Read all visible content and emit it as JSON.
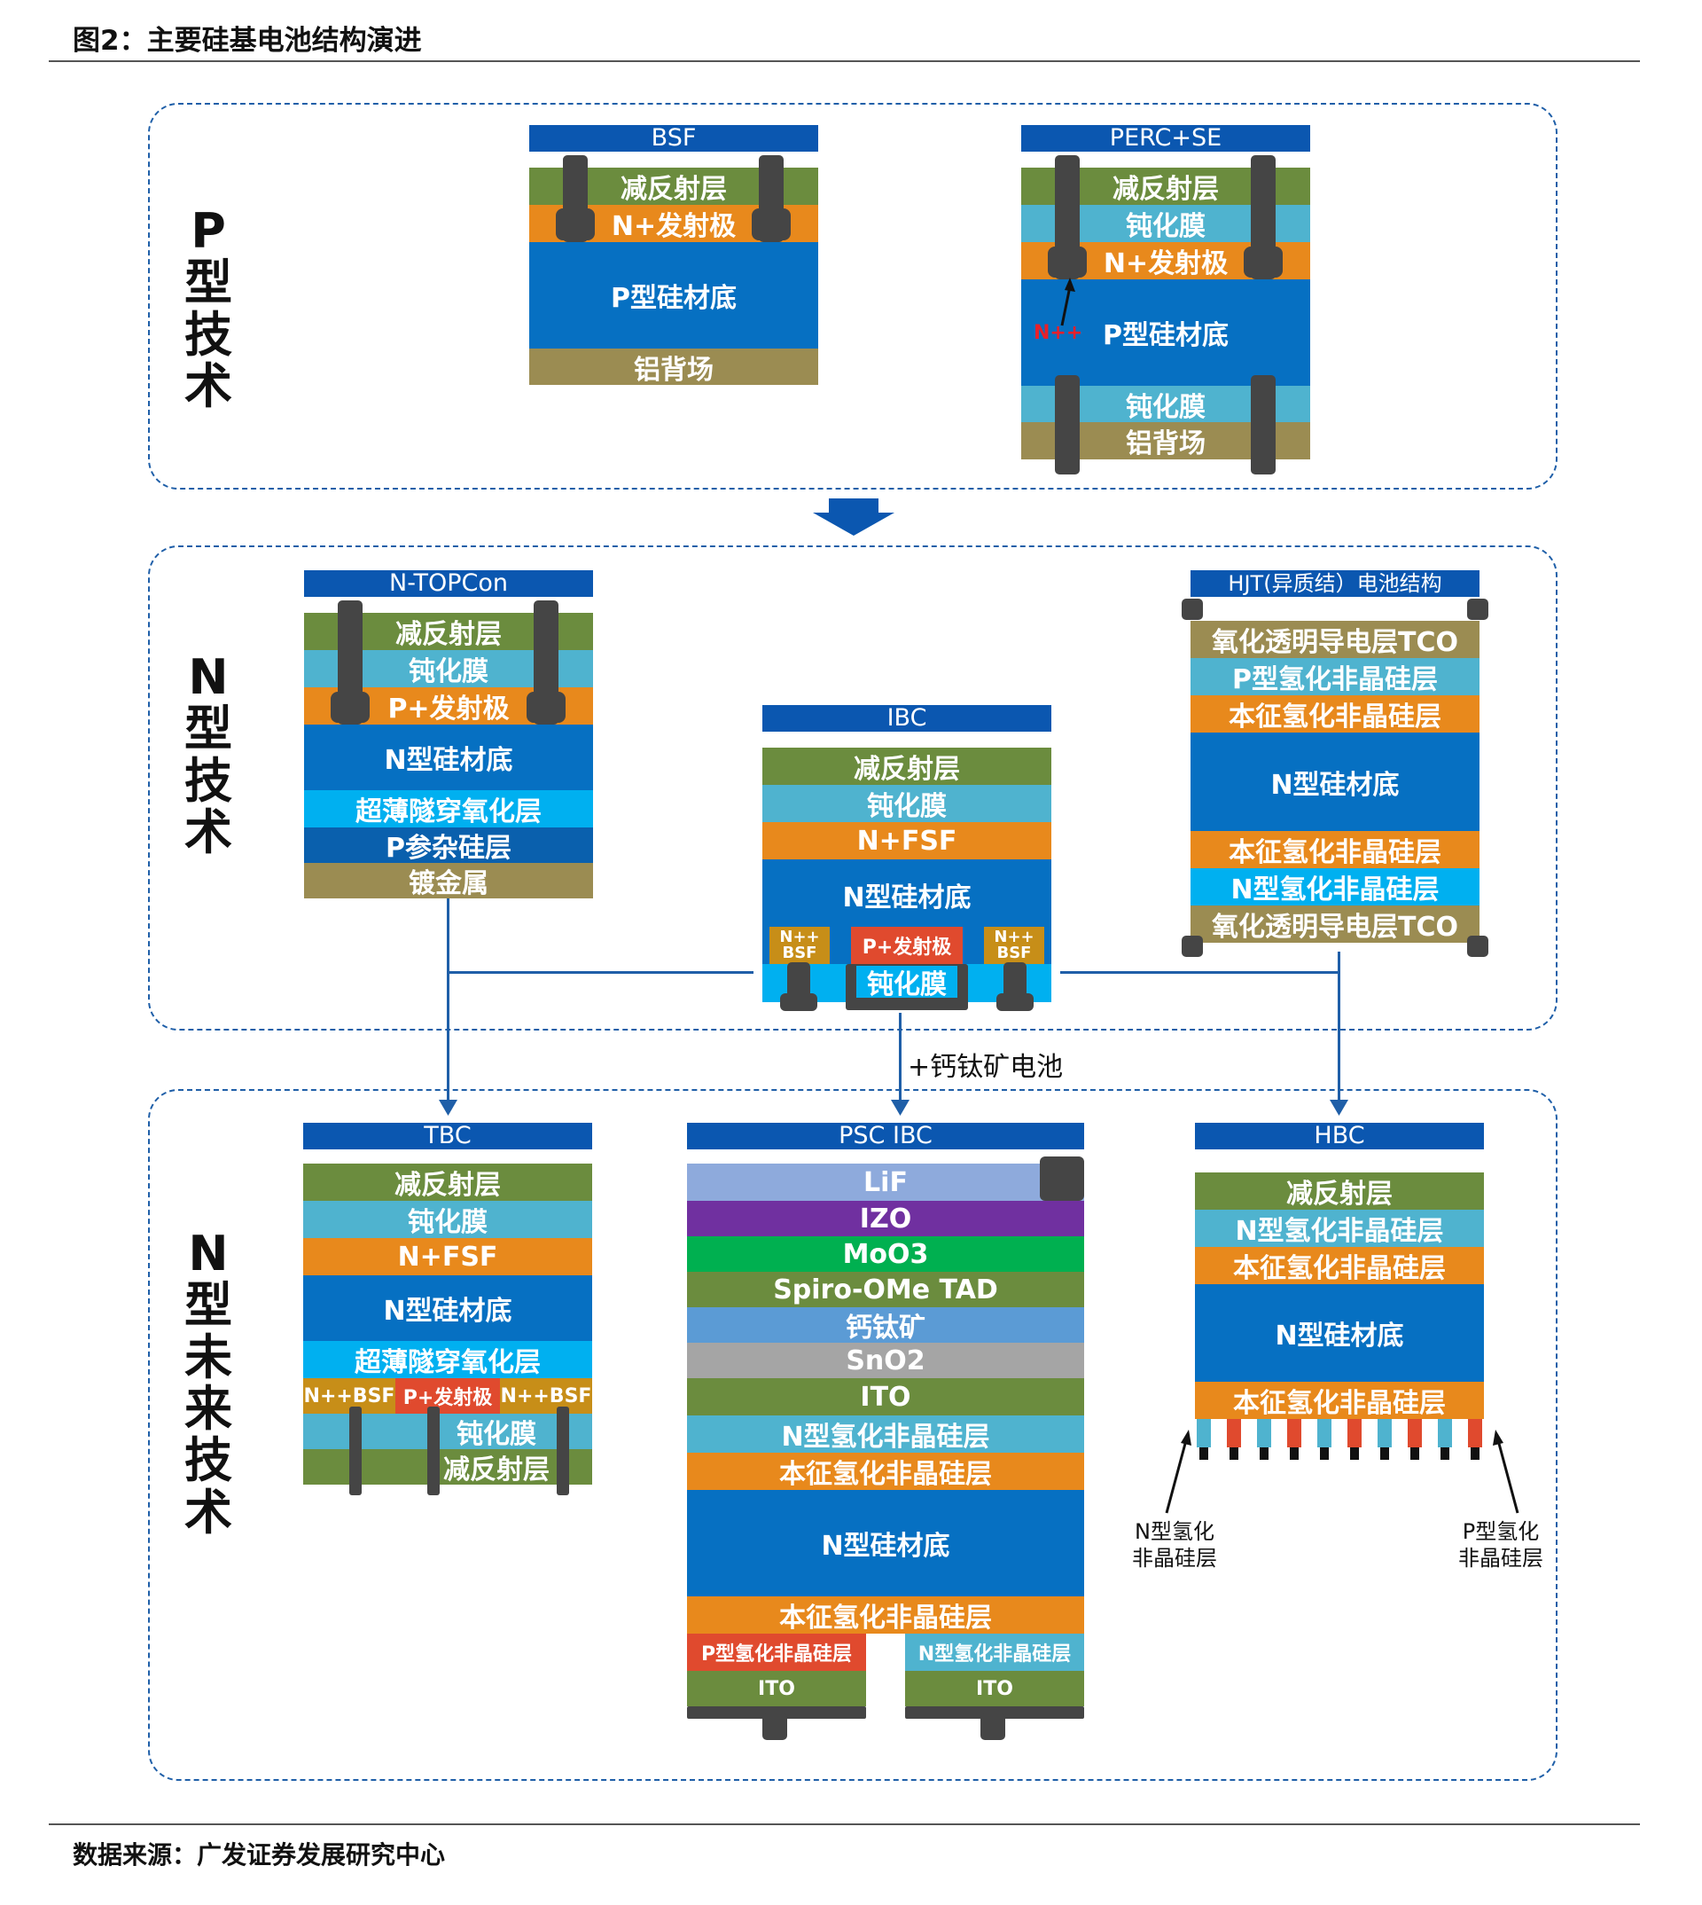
{
  "figure_title": "图2：主要硅基电池结构演进",
  "source": "数据来源：广发证券发展研究中心",
  "colors": {
    "border": "#1f5fa8",
    "header": "#0b57b0",
    "arc": "#6b8c3e",
    "emitter": "#e8891c",
    "substrate": "#0670c2",
    "passivation": "#4fb3cf",
    "aluminum": "#9b8c52",
    "metal": "#454545",
    "red": "#e04a2e",
    "cyan": "#00b0f0",
    "p_doped": "#0a60ad"
  },
  "groups": {
    "p": {
      "label": [
        "P",
        "型",
        "技",
        "术"
      ]
    },
    "n": {
      "label": [
        "N",
        "型",
        "技",
        "术"
      ]
    },
    "future": {
      "label": [
        "N",
        "型",
        "未",
        "来",
        "技",
        "术"
      ]
    }
  },
  "connector_label": "+钙钛矿电池",
  "bsf": {
    "title": "BSF",
    "layers": [
      "减反射层",
      "N+发射极",
      "P型硅材底",
      "铝背场"
    ]
  },
  "perc": {
    "title": "PERC+SE",
    "layers": [
      "减反射层",
      "钝化膜",
      "N+发射极",
      "P型硅材底",
      "钝化膜",
      "铝背场"
    ],
    "np_label": "N++"
  },
  "topcon": {
    "title": "N-TOPCon",
    "layers": [
      "减反射层",
      "钝化膜",
      "P+发射极",
      "N型硅材底",
      "超薄隧穿氧化层",
      "P参杂硅层",
      "镀金属"
    ]
  },
  "ibc": {
    "title": "IBC",
    "layers": [
      "减反射层",
      "钝化膜",
      "N+FSF",
      "N型硅材底"
    ],
    "bsf_left": [
      "N++",
      "BSF"
    ],
    "p_emitter": "P+发射极",
    "bsf_right": [
      "N++",
      "BSF"
    ],
    "bottom": "钝化膜"
  },
  "hjt": {
    "title": "HJT(异质结）电池结构",
    "layers": [
      "氧化透明导电层TCO",
      "P型氢化非晶硅层",
      "本征氢化非晶硅层",
      "N型硅材底",
      "本征氢化非晶硅层",
      "N型氢化非晶硅层",
      "氧化透明导电层TCO"
    ]
  },
  "tbc": {
    "title": "TBC",
    "layers": [
      "减反射层",
      "钝化膜",
      "N+FSF",
      "N型硅材底",
      "超薄隧穿氧化层"
    ],
    "row": [
      "N++BSF",
      "P+发射极",
      "N++BSF"
    ],
    "tail": [
      "钝化膜",
      "减反射层"
    ]
  },
  "psc": {
    "title": "PSC IBC",
    "layers": [
      "LiF",
      "IZO",
      "MoO3",
      "Spiro-OMe TAD",
      "钙钛矿",
      "SnO2",
      "ITO",
      "N型氢化非晶硅层",
      "本征氢化非晶硅层",
      "N型硅材底",
      "本征氢化非晶硅层"
    ],
    "bottom_left": [
      "P型氢化非晶硅层",
      "ITO"
    ],
    "bottom_right": [
      "N型氢化非晶硅层",
      "ITO"
    ]
  },
  "hbc": {
    "title": "HBC",
    "layers": [
      "减反射层",
      "N型氢化非晶硅层",
      "本征氢化非晶硅层",
      "N型硅材底",
      "本征氢化非晶硅层"
    ],
    "annot_left": [
      "N型氢化",
      "非晶硅层"
    ],
    "annot_right": [
      "P型氢化",
      "非晶硅层"
    ]
  }
}
